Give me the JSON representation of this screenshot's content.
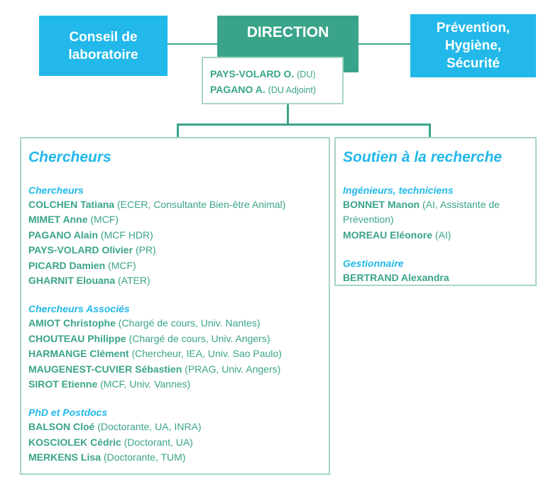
{
  "header": {
    "left_box": {
      "line1": "Conseil de",
      "line2": "laboratoire"
    },
    "center_box": {
      "title": "DIRECTION"
    },
    "right_box": {
      "line1": "Prévention,",
      "line2": "Hygiène,",
      "line3": "Sécurité"
    },
    "direction_people": [
      {
        "name": "PAYS-VOLARD O.",
        "role": "(DU)"
      },
      {
        "name": "PAGANO A.",
        "role": "(DU Adjoint)"
      }
    ]
  },
  "left_panel": {
    "title": "Chercheurs",
    "sections": [
      {
        "title": "Chercheurs",
        "people": [
          {
            "name": "COLCHEN Tatiana",
            "role": "(ECER, Consultante Bien-être Animal)"
          },
          {
            "name": "MIMET Anne",
            "role": "(MCF)"
          },
          {
            "name": "PAGANO Alain",
            "role": "(MCF HDR)"
          },
          {
            "name": "PAYS-VOLARD Olivier",
            "role": "(PR)"
          },
          {
            "name": "PICARD Damien",
            "role": "(MCF)"
          },
          {
            "name": "GHARNIT Elouana",
            "role": "(ATER)"
          }
        ]
      },
      {
        "title": "Chercheurs Associés",
        "people": [
          {
            "name": "AMIOT Christophe",
            "role": "(Chargé de cours, Univ. Nantes)"
          },
          {
            "name": "CHOUTEAU Philippe",
            "role": "(Chargé de cours, Univ. Angers)"
          },
          {
            "name": "HARMANGE Clément",
            "role": "(Chercheur, IEA, Univ. Sao Paulo)"
          },
          {
            "name": "MAUGENEST-CUVIER Sébastien",
            "role": "(PRAG, Univ. Angers)"
          },
          {
            "name": "SIROT Etienne",
            "role": "(MCF, Univ. Vannes)"
          }
        ]
      },
      {
        "title": "PhD et Postdocs",
        "people": [
          {
            "name": "BALSON Cloé",
            "role": "(Doctorante, UA, INRA)"
          },
          {
            "name": "KOSCIOLEK Cédric",
            "role": "(Doctorant, UA)"
          },
          {
            "name": "MERKENS Lisa",
            "role": "(Doctorante, TUM)"
          }
        ]
      }
    ]
  },
  "right_panel": {
    "title": "Soutien à la recherche",
    "sections": [
      {
        "title": "Ingénieurs, techniciens",
        "people": [
          {
            "name": "BONNET Manon",
            "role": "(AI, Assistante de Prévention)"
          },
          {
            "name": "MOREAU Eléonore",
            "role": "(AI)"
          }
        ]
      },
      {
        "title": "Gestionnaire",
        "people": [
          {
            "name": "BERTRAND Alexandra",
            "role": ""
          }
        ]
      }
    ]
  },
  "colors": {
    "blue": "#22b8ea",
    "green": "#3aa48a",
    "border": "#a8d4c8"
  }
}
